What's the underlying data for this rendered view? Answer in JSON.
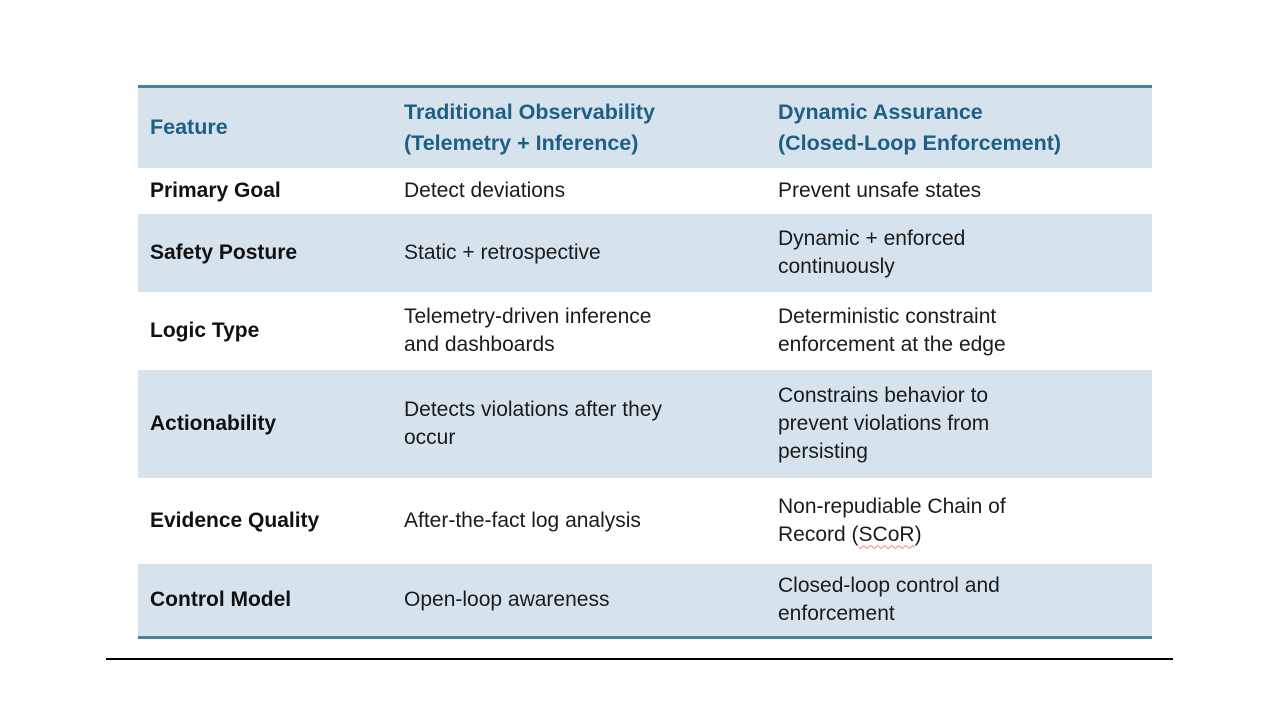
{
  "colors": {
    "row_band_bg": "#d6e3ec",
    "header_text": "#1d5f85",
    "table_border": "#4d7e9c",
    "body_text": "#1b1b1b",
    "divider": "#000000",
    "spellcheck_squiggle": "#e8837a"
  },
  "table": {
    "header": {
      "cells": [
        "Feature",
        [
          "Traditional Observability",
          "(Telemetry + Inference)"
        ],
        [
          "Dynamic Assurance",
          "(Closed-Loop Enforcement)"
        ]
      ]
    },
    "rows": [
      {
        "cells": [
          "Primary Goal",
          "Detect deviations",
          "Prevent unsafe states"
        ]
      },
      {
        "cells": [
          "Safety Posture",
          "Static + retrospective",
          [
            "Dynamic + enforced",
            "continuously"
          ]
        ]
      },
      {
        "cells": [
          "Logic Type",
          [
            "Telemetry-driven inference",
            "and dashboards"
          ],
          [
            "Deterministic constraint",
            "enforcement at the edge"
          ]
        ]
      },
      {
        "cells": [
          "Actionability",
          [
            "Detects violations after they",
            "occur"
          ],
          [
            "Constrains behavior to",
            "prevent violations from",
            "persisting"
          ]
        ]
      },
      {
        "cells": [
          "Evidence Quality",
          "After-the-fact log analysis",
          [
            "Non-repudiable Chain of",
            "Record (SCoR)"
          ]
        ]
      },
      {
        "cells": [
          "Control Model",
          "Open-loop awareness",
          [
            "Closed-loop control and",
            "enforcement"
          ]
        ]
      }
    ],
    "spellcheck_flag": "SCoR"
  }
}
